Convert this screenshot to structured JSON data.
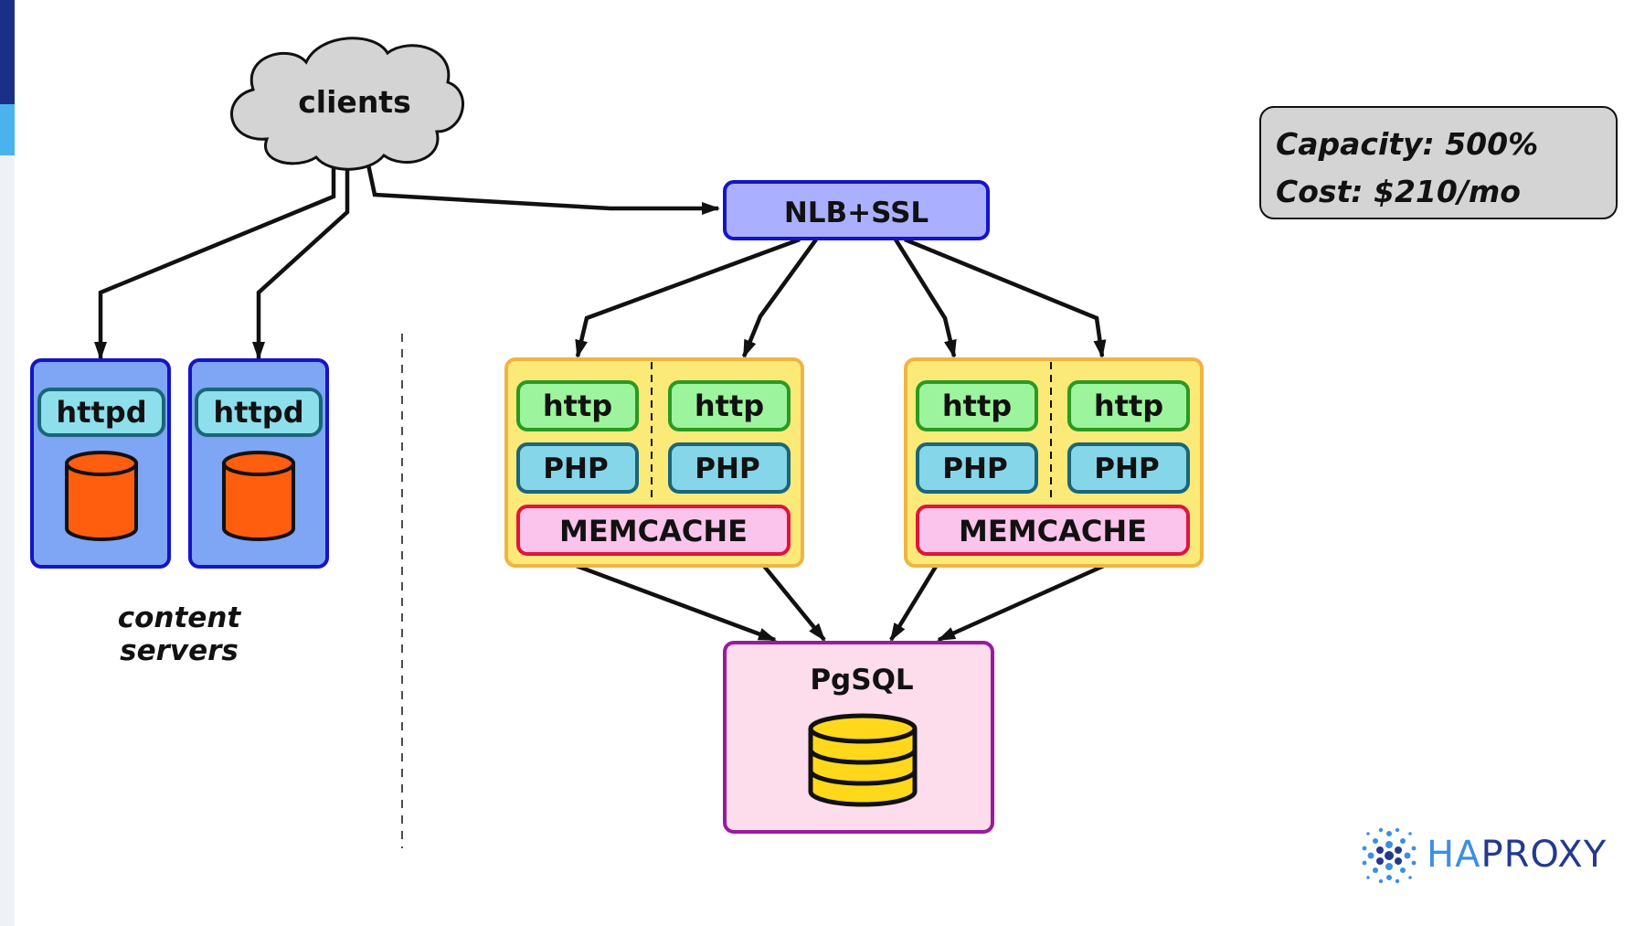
{
  "cloud_label": "clients",
  "balancer_label": "NLB+SSL",
  "content_servers": {
    "caption_line1": "content",
    "caption_line2": "servers",
    "nodes": [
      {
        "label": "httpd"
      },
      {
        "label": "httpd"
      }
    ]
  },
  "app_clusters": [
    {
      "servers": [
        {
          "http": "http",
          "php": "PHP"
        },
        {
          "http": "http",
          "php": "PHP"
        }
      ],
      "cache": "MEMCACHE"
    },
    {
      "servers": [
        {
          "http": "http",
          "php": "PHP"
        },
        {
          "http": "http",
          "php": "PHP"
        }
      ],
      "cache": "MEMCACHE"
    }
  ],
  "database_label": "PgSQL",
  "info": {
    "capacity": "Capacity: 500%",
    "cost": "Cost: $210/mo"
  },
  "logo": {
    "icon": "haproxy-logo-icon",
    "text_ha": "HA",
    "text_proxy": "PROXY"
  },
  "colors": {
    "slide_bar_dark": "#1a2f86",
    "slide_bar_light": "#4ab3ee",
    "content_box": "#7ea6f4",
    "content_border": "#1414c8",
    "httpd_box": "#8ddfec",
    "cylinder": "#ff5e0e",
    "balancer": "#aab0ff",
    "cluster_bg": "#fbe978",
    "cluster_border": "#f0b440",
    "http_box": "#9cf59c",
    "http_border": "#2a9a22",
    "php_box": "#86d6ea",
    "memcache_box": "#fbc4ec",
    "memcache_border": "#e0143c",
    "db_box": "#fddcec",
    "db_border": "#9a1aa0",
    "db_disk": "#ffd81c",
    "cloud": "#d4d4d4"
  }
}
